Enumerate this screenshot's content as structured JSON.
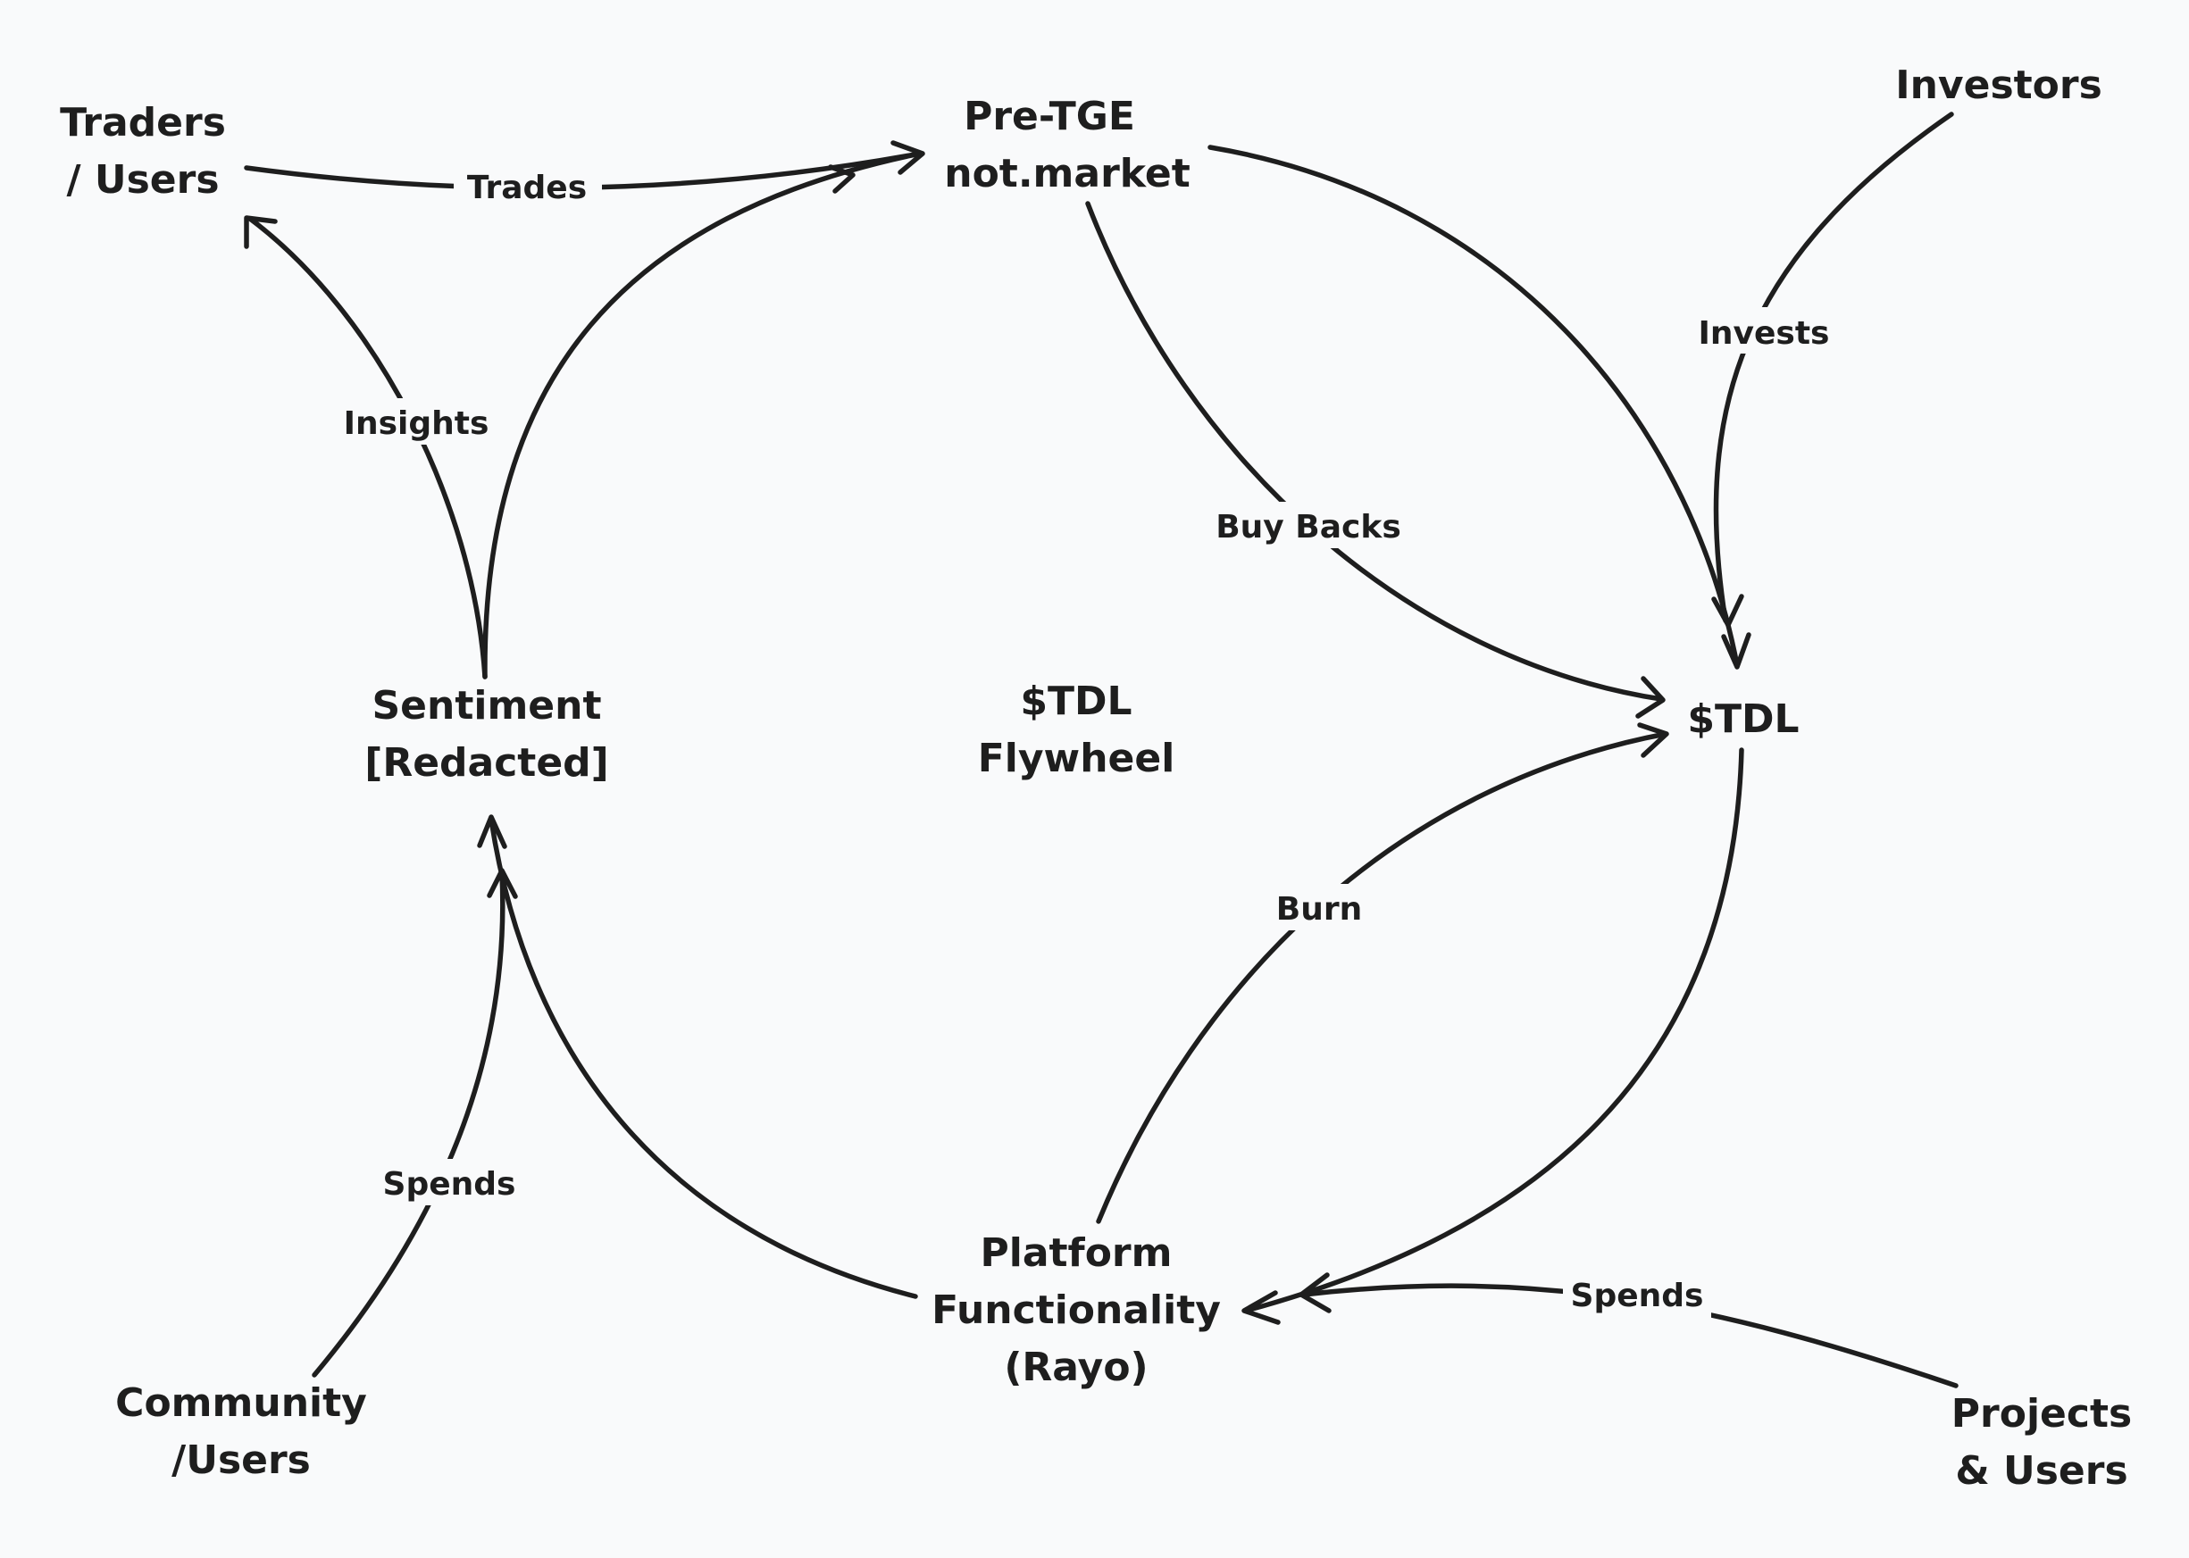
{
  "diagram": {
    "center": {
      "line1": "$TDL",
      "line2": "Flywheel"
    },
    "nodes": {
      "traders": {
        "line1": "Traders",
        "line2": "/ Users"
      },
      "pretge": {
        "line1": "Pre-TGE",
        "line2": "not.market"
      },
      "investors": {
        "line1": "Investors"
      },
      "sentiment": {
        "line1": "Sentiment",
        "line2": "[Redacted]"
      },
      "tdl": {
        "line1": "$TDL"
      },
      "platform": {
        "line1": "Platform",
        "line2": "Functionality",
        "line3": "(Rayo)"
      },
      "community": {
        "line1": "Community",
        "line2": "/Users"
      },
      "projects": {
        "line1": "Projects",
        "line2": "& Users"
      }
    },
    "edges": {
      "trades": "Trades",
      "insights": "Insights",
      "invests": "Invests",
      "buybacks": "Buy Backs",
      "burn": "Burn",
      "spends_community": "Spends",
      "spends_projects": "Spends"
    }
  }
}
